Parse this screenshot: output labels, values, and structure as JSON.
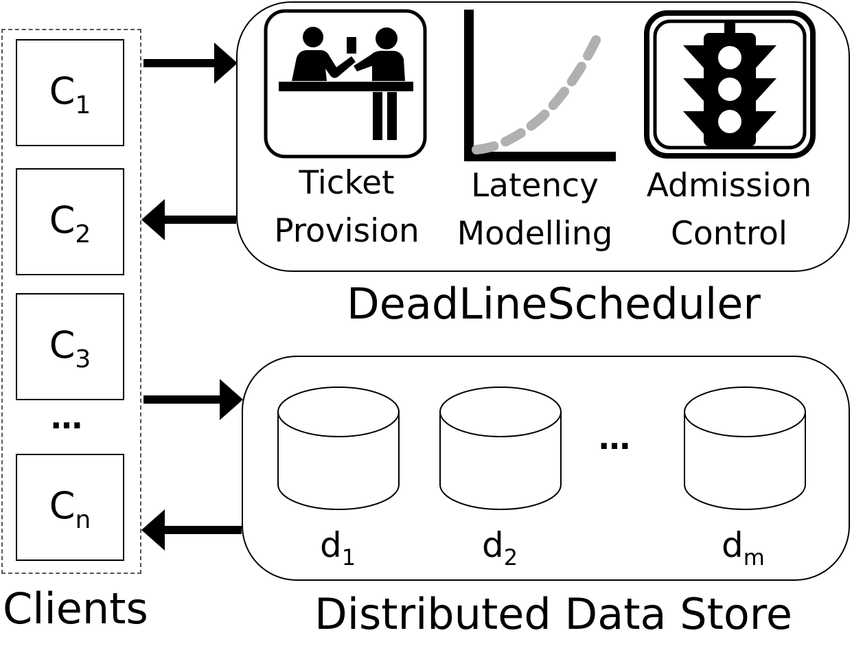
{
  "clients": {
    "group_label": "Clients",
    "items": [
      {
        "base": "C",
        "sub": "1"
      },
      {
        "base": "C",
        "sub": "2"
      },
      {
        "base": "C",
        "sub": "3"
      },
      {
        "base": "C",
        "sub": "n"
      }
    ],
    "ellipsis": "…"
  },
  "scheduler": {
    "title": "DeadLineScheduler",
    "components": [
      {
        "line1": "Ticket",
        "line2": "Provision",
        "icon": "ticket-counter-icon"
      },
      {
        "line1": "Latency",
        "line2": "Modelling",
        "icon": "latency-curve-icon"
      },
      {
        "line1": "Admission",
        "line2": "Control",
        "icon": "traffic-light-icon"
      }
    ]
  },
  "datastore": {
    "title": "Distributed Data Store",
    "drives": [
      {
        "base": "d",
        "sub": "1"
      },
      {
        "base": "d",
        "sub": "2"
      },
      {
        "base": "d",
        "sub": "m"
      }
    ],
    "ellipsis": "…"
  },
  "colors": {
    "stroke": "#000000",
    "curve": "#b0b0b0",
    "background": "#ffffff"
  }
}
